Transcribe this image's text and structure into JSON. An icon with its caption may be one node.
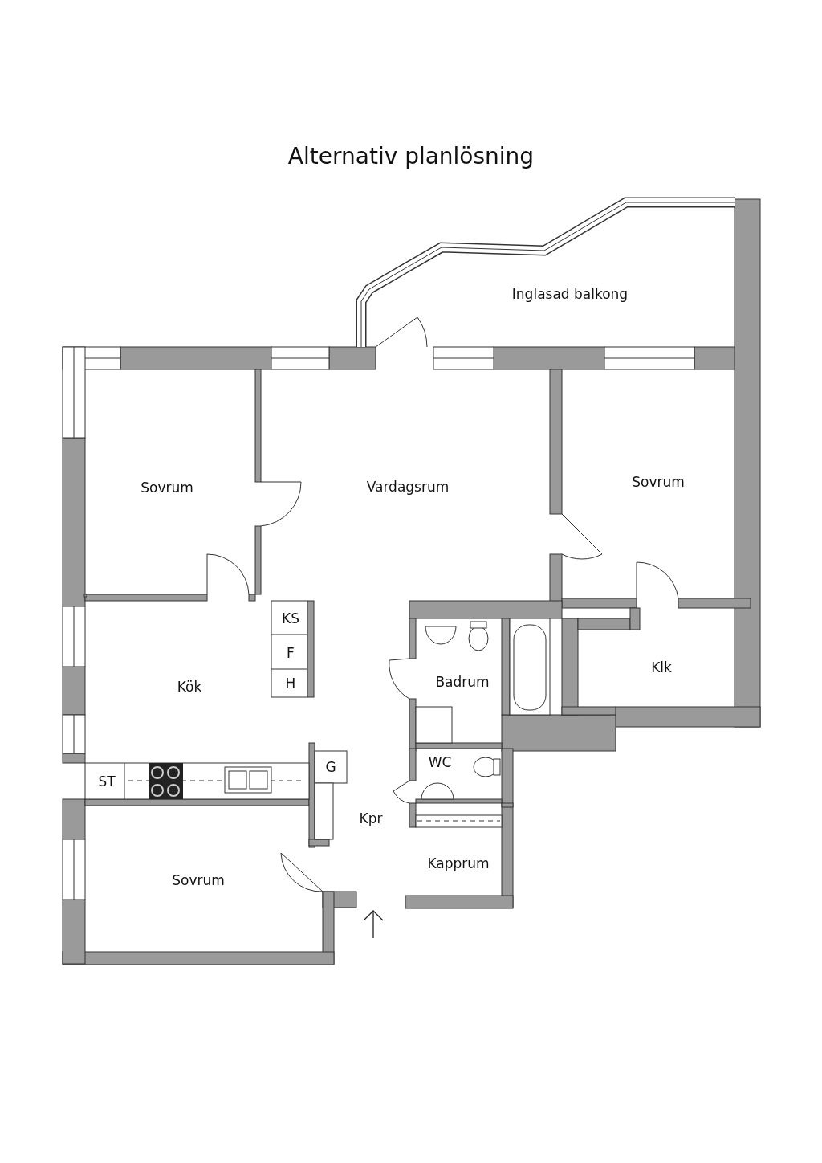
{
  "diagram": {
    "title": "Alternativ planlösning",
    "labels": [
      "Inglasad balkong",
      "Sovrum",
      "Vardagsrum",
      "Sovrum",
      "KS",
      "F",
      "Klk",
      "Badrum",
      "Kök",
      "H",
      "WC",
      "G",
      "ST",
      "Kpr",
      "Kapprum",
      "Sovrum"
    ]
  }
}
